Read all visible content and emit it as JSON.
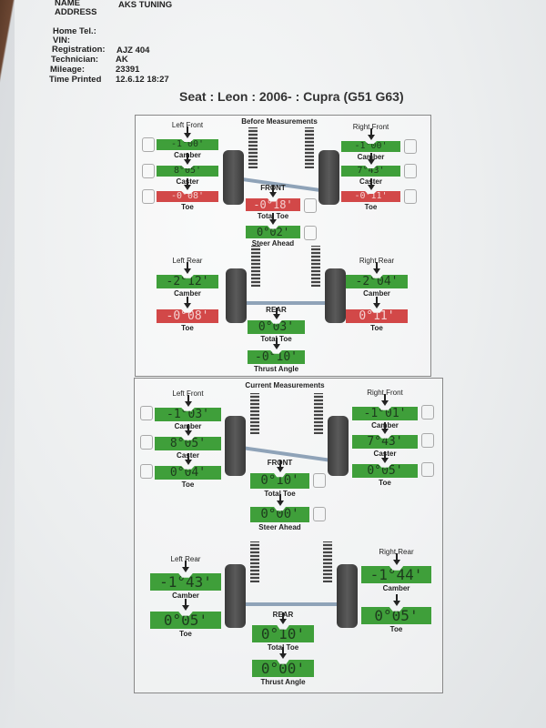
{
  "customer": {
    "name_label": "NAME",
    "name_value": "AKS TUNING",
    "address_label": "ADDRESS",
    "home_tel_label": "Home Tel.:",
    "vin_label": "VIN:",
    "registration_label": "Registration:",
    "registration_value": "AJZ 404",
    "technician_label": "Technician:",
    "technician_value": "AK",
    "mileage_label": "Mileage:",
    "mileage_value": "23391",
    "time_printed_label": "Time Printed",
    "time_printed_value": "12.6.12 18:27"
  },
  "vehicle_title": "Seat : Leon : 2006- : Cupra (G51 G63)",
  "colors": {
    "in_spec": "#3f9f3a",
    "out_of_spec": "#d24848"
  },
  "before": {
    "title": "Before Measurements",
    "front_label": "FRONT",
    "rear_label": "REAR",
    "left_front": {
      "label": "Left Front",
      "camber": "-1°00'",
      "caster": "8°05'",
      "toe": "-0°08'",
      "toe_status": "out"
    },
    "right_front": {
      "label": "Right Front",
      "camber": "-1°00'",
      "caster": "7°43'",
      "toe": "-0°11'",
      "toe_status": "out"
    },
    "front_total_toe": {
      "label": "Total Toe",
      "value": "-0°18'",
      "status": "out"
    },
    "steer_ahead": {
      "label": "Steer Ahead",
      "value": "0°02'"
    },
    "left_rear": {
      "label": "Left Rear",
      "camber": "-2°12'",
      "toe": "-0°08'",
      "toe_status": "out"
    },
    "right_rear": {
      "label": "Right Rear",
      "camber": "-2°04'",
      "toe": "0°11'",
      "toe_status": "out"
    },
    "rear_total_toe": {
      "label": "Total Toe",
      "value": "0°03'"
    },
    "thrust_angle": {
      "label": "Thrust Angle",
      "value": "-0°10'"
    }
  },
  "current": {
    "title": "Current Measurements",
    "front_label": "FRONT",
    "rear_label": "REAR",
    "left_front": {
      "label": "Left Front",
      "camber": "-1°03'",
      "caster": "8°05'",
      "toe": "0°04'"
    },
    "right_front": {
      "label": "Right Front",
      "camber": "-1°01'",
      "caster": "7°43'",
      "toe": "0°05'"
    },
    "front_total_toe": {
      "label": "Total Toe",
      "value": "0°10'"
    },
    "steer_ahead": {
      "label": "Steer Ahead",
      "value": "0°00'"
    },
    "left_rear": {
      "label": "Left Rear",
      "camber": "-1°43'",
      "toe": "0°05'"
    },
    "right_rear": {
      "label": "Right Rear",
      "camber": "-1°44'",
      "toe": "0°05'"
    },
    "rear_total_toe": {
      "label": "Total Toe",
      "value": "0°10'"
    },
    "thrust_angle": {
      "label": "Thrust Angle",
      "value": "0°00'"
    }
  },
  "labels": {
    "camber": "Camber",
    "caster": "Caster",
    "toe": "Toe"
  }
}
